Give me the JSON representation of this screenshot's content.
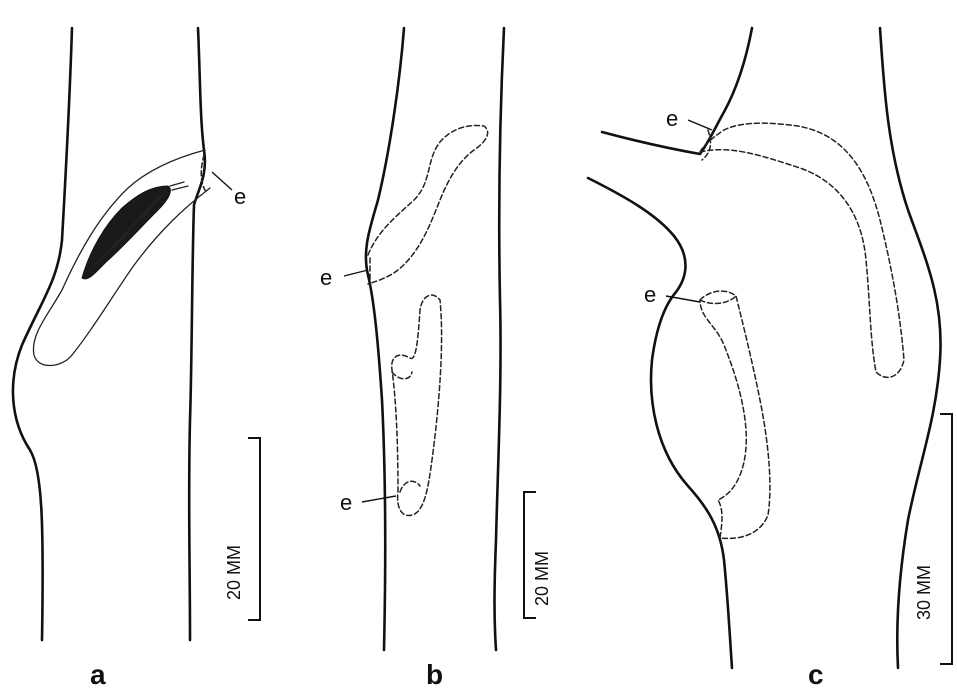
{
  "figure": {
    "panels": [
      {
        "label": "a",
        "scale_bar": "20 MM",
        "entry_labels": [
          "e"
        ]
      },
      {
        "label": "b",
        "scale_bar": "20 MM",
        "entry_labels": [
          "e",
          "e"
        ]
      },
      {
        "label": "c",
        "scale_bar": "30 MM",
        "entry_labels": [
          "e",
          "e"
        ]
      }
    ]
  }
}
